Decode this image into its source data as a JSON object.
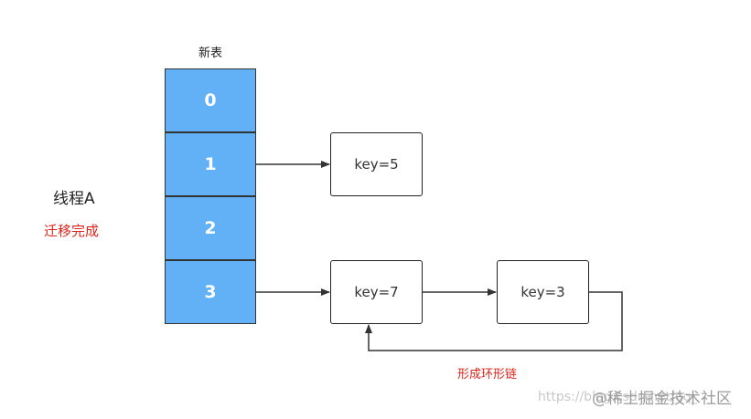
{
  "table": {
    "title": "新表",
    "slots": [
      "0",
      "1",
      "2",
      "3"
    ]
  },
  "nodes": {
    "key5": "key=5",
    "key7": "key=7",
    "key3": "key=3"
  },
  "labels": {
    "thread": "线程A",
    "status": "迁移完成",
    "cycle": "形成环形链"
  },
  "watermark": {
    "url": "https://blog.csdn.net/qq_",
    "brand": "@稀土掘金技术社区"
  },
  "colors": {
    "slot_fill": "#62b0f5",
    "alert_text": "#e0241b",
    "edge": "#333333"
  }
}
